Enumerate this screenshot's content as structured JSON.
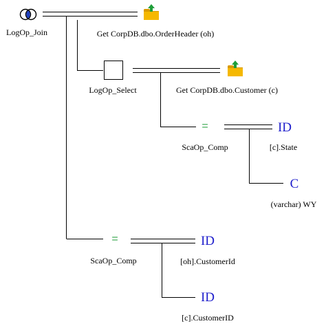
{
  "nodes": {
    "join": {
      "label": "LogOp_Join"
    },
    "get_order_header": {
      "label": "Get CorpDB.dbo.OrderHeader (oh)"
    },
    "select": {
      "label": "LogOp_Select"
    },
    "get_customer": {
      "label": "Get CorpDB.dbo.Customer (c)"
    },
    "comp_state": {
      "label": "ScaOp_Comp",
      "glyph": "="
    },
    "ident_state": {
      "label": "[c].State",
      "glyph": "ID"
    },
    "const_wy": {
      "label": "(varchar) WY",
      "glyph": "C"
    },
    "comp_customer": {
      "label": "ScaOp_Comp",
      "glyph": "="
    },
    "ident_oh_customer": {
      "label": "[oh].CustomerId",
      "glyph": "ID"
    },
    "ident_c_customer": {
      "label": "[c].CustomerID",
      "glyph": "ID"
    }
  },
  "colors": {
    "folder": "#f5b800",
    "folder_dark": "#d99a00",
    "arrow": "#1f9e3a",
    "join_ring_blue": "#1f3fbf",
    "equals": "#33a64a",
    "identifier": "#1f1fcc",
    "line": "#000000"
  }
}
